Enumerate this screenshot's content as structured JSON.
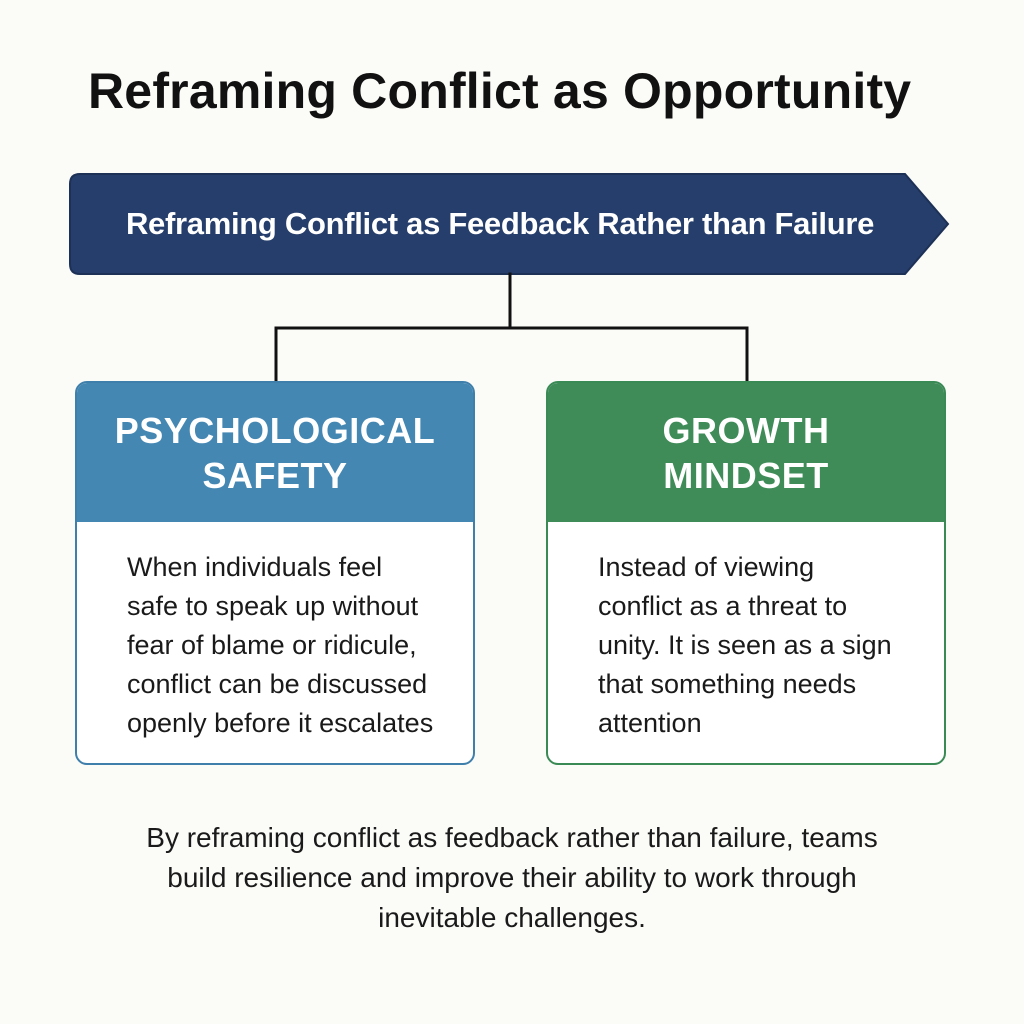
{
  "title": "Reframing Conflict as Opportunity",
  "banner": {
    "label": "Reframing Conflict as Feedback Rather than Failure"
  },
  "cards": [
    {
      "heading": [
        "PSYCHOLOGICAL",
        "SAFETY"
      ],
      "body": [
        "When individuals feel",
        "safe to speak up without",
        "fear of blame or ridicule,",
        "conflict can be discussed",
        "openly before it escalates"
      ]
    },
    {
      "heading": [
        "GROWTH",
        "MINDSET"
      ],
      "body": [
        "Instead of viewing",
        "conflict as a threat to",
        "unity. It is seen as a sign",
        "that something needs",
        "attention"
      ]
    }
  ],
  "footer": [
    "By reframing conflict as feedback rather than failure, teams",
    "build resilience and improve their ability to work through",
    "inevitable challenges."
  ],
  "colors": {
    "banner": "#263e6b",
    "card_left": "#4487b3",
    "card_right": "#3f8c59",
    "connector": "#111111"
  }
}
